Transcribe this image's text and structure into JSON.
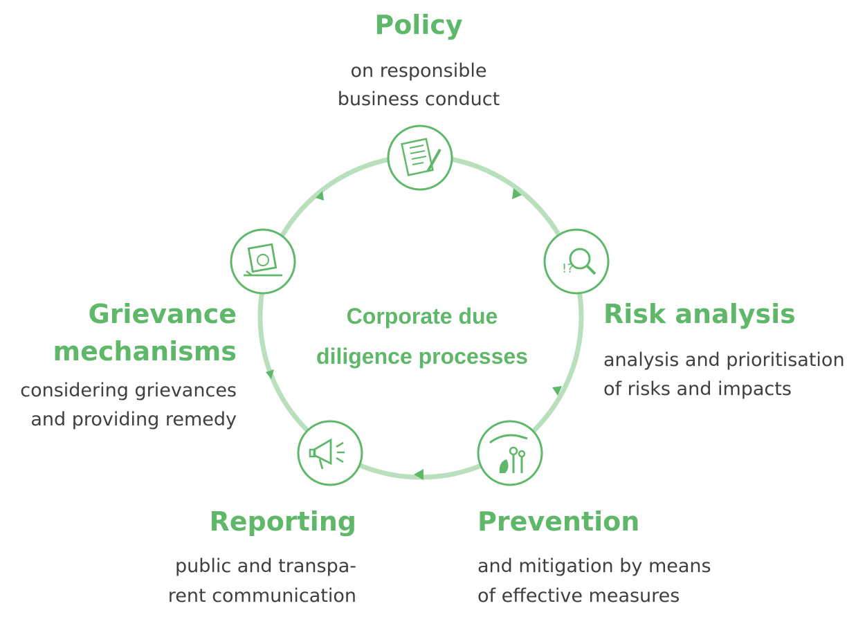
{
  "center": {
    "line1": "Corporate due",
    "line2": "diligence processes"
  },
  "steps": [
    {
      "title": "Policy",
      "desc1": "on responsible",
      "desc2": "business conduct",
      "icon": "document-pen-icon"
    },
    {
      "title": "Risk analysis",
      "desc1": "analysis and prioritisation",
      "desc2": "of risks and impacts",
      "icon": "magnifier-icon"
    },
    {
      "title": "Prevention",
      "desc1": "and mitigation by means",
      "desc2": "of effective measures",
      "icon": "protecting-hand-icon"
    },
    {
      "title": "Reporting",
      "desc1": "public and transpa-",
      "desc2": "rent communication",
      "icon": "megaphone-icon"
    },
    {
      "title1": "Grievance",
      "title2": "mechanisms",
      "desc1": "considering grievances",
      "desc2": "and providing remedy",
      "icon": "complaint-box-icon"
    }
  ],
  "colors": {
    "accent": "#5fb86a",
    "ring": "#b9dfbd",
    "arrow": "#5fb86a",
    "text": "#3f3f3f"
  }
}
